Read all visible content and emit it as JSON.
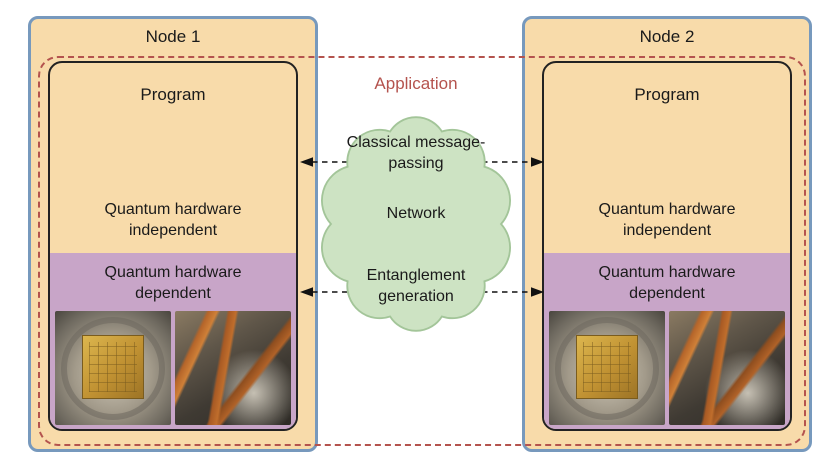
{
  "diagram": {
    "application_label": "Application",
    "nodes": [
      {
        "title": "Node 1",
        "program_label": "Program",
        "hw_independent": "Quantum hardware independent",
        "hw_dependent": "Quantum hardware dependent",
        "photos": [
          "gold-circuit-chamber-photo",
          "optical-wiring-photo"
        ]
      },
      {
        "title": "Node 2",
        "program_label": "Program",
        "hw_independent": "Quantum hardware independent",
        "hw_dependent": "Quantum hardware dependent",
        "photos": [
          "gold-circuit-chamber-photo",
          "optical-wiring-photo"
        ]
      }
    ],
    "network_cloud": {
      "classical_label": "Classical message-passing",
      "network_label": "Network",
      "entanglement_label": "Entanglement generation"
    },
    "colors": {
      "node_fill": "#f8dbaa",
      "node_border": "#7799bd",
      "program_border": "#222222",
      "hw_dependent_fill": "#c8a5c8",
      "cloud_fill": "#cde3c3",
      "cloud_stroke": "#a3c599",
      "application_accent": "#b4534e",
      "arrow_color": "#111111"
    }
  }
}
